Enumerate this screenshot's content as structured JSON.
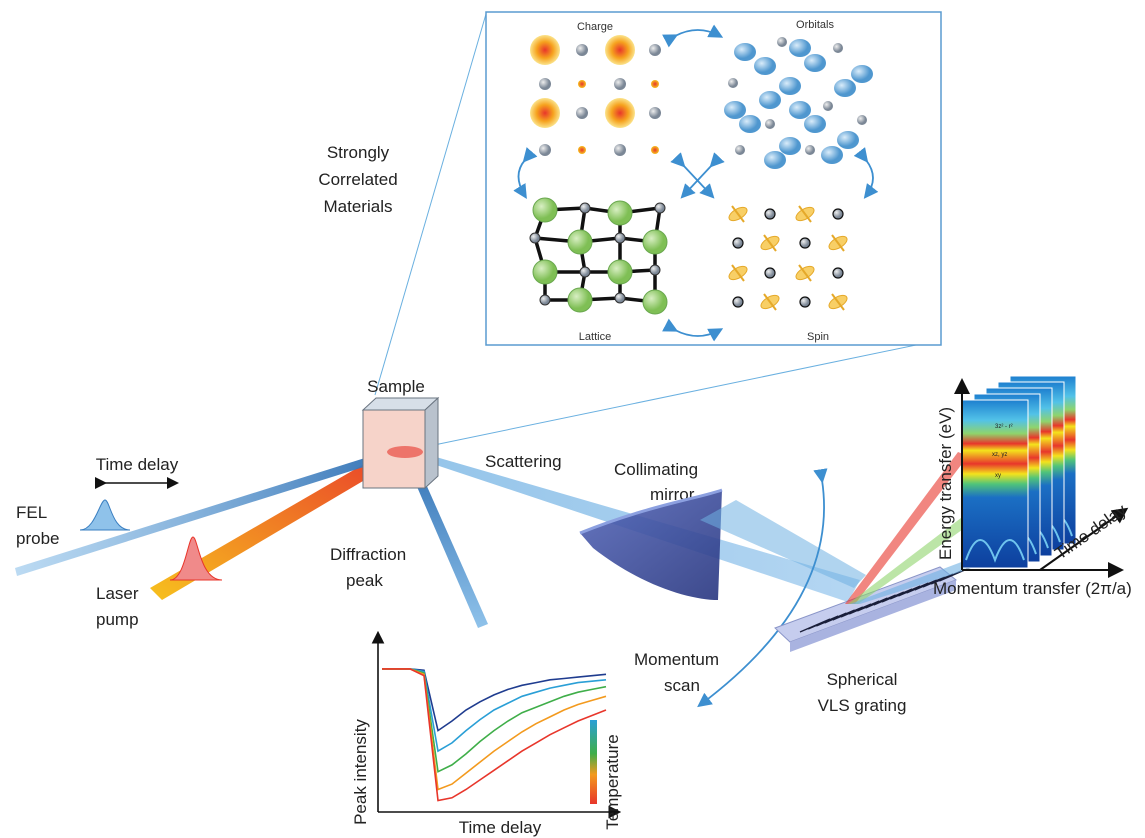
{
  "labels": {
    "materials": [
      "Strongly",
      "Correlated",
      "Materials"
    ],
    "sample": "Sample",
    "time_delay_top": "Time delay",
    "fel": [
      "FEL",
      "probe"
    ],
    "laser": [
      "Laser",
      "pump"
    ],
    "diffraction": [
      "Diffraction",
      "peak"
    ],
    "scattering": "Scattering",
    "collimating": [
      "Collimating",
      "mirror"
    ],
    "momentum_scan": [
      "Momentum",
      "scan"
    ],
    "grating": [
      "Spherical",
      "VLS grating"
    ],
    "energy_transfer": "Energy transfer (eV)",
    "time_delay_spectra": "Time delay",
    "momentum_transfer": "Momentum transfer (2π/a)"
  },
  "inset": {
    "charge": "Charge",
    "orbitals": "Orbitals",
    "lattice": "Lattice",
    "spin": "Spin"
  },
  "spectrum_labels": [
    "3z² - r²",
    "xz, yz",
    "xy"
  ],
  "chart_data": {
    "type": "line",
    "xlabel": "Time delay",
    "ylabel": "Peak intensity",
    "colorbar_label": "Temperature",
    "series": [
      {
        "color": "#1f3c8f",
        "values": [
          1.0,
          1.0,
          1.0,
          0.99,
          0.55,
          0.62,
          0.7,
          0.76,
          0.81,
          0.85,
          0.88,
          0.9,
          0.92,
          0.93,
          0.94,
          0.95,
          0.96
        ]
      },
      {
        "color": "#2a9fd6",
        "values": [
          1.0,
          1.0,
          1.0,
          0.98,
          0.4,
          0.46,
          0.55,
          0.63,
          0.7,
          0.75,
          0.8,
          0.83,
          0.86,
          0.88,
          0.9,
          0.91,
          0.92
        ]
      },
      {
        "color": "#3fae49",
        "values": [
          1.0,
          1.0,
          1.0,
          0.97,
          0.25,
          0.3,
          0.38,
          0.47,
          0.55,
          0.62,
          0.68,
          0.72,
          0.76,
          0.8,
          0.83,
          0.85,
          0.87
        ]
      },
      {
        "color": "#f39a1e",
        "values": [
          1.0,
          1.0,
          1.0,
          0.96,
          0.12,
          0.16,
          0.24,
          0.32,
          0.4,
          0.47,
          0.54,
          0.6,
          0.65,
          0.7,
          0.74,
          0.77,
          0.8
        ]
      },
      {
        "color": "#e8362b",
        "values": [
          1.0,
          1.0,
          1.0,
          0.95,
          0.04,
          0.06,
          0.12,
          0.19,
          0.26,
          0.33,
          0.4,
          0.46,
          0.52,
          0.57,
          0.62,
          0.66,
          0.7
        ]
      }
    ],
    "ylim": [
      0,
      1.05
    ]
  },
  "colors": {
    "probe_beam": "#3a7fc1",
    "pump_start": "#e8362b",
    "pump_end": "#f7c11e",
    "arrow_blue": "#3d8fd0",
    "grating": "#a9b3e0",
    "mirror": "#3a4fa8"
  }
}
